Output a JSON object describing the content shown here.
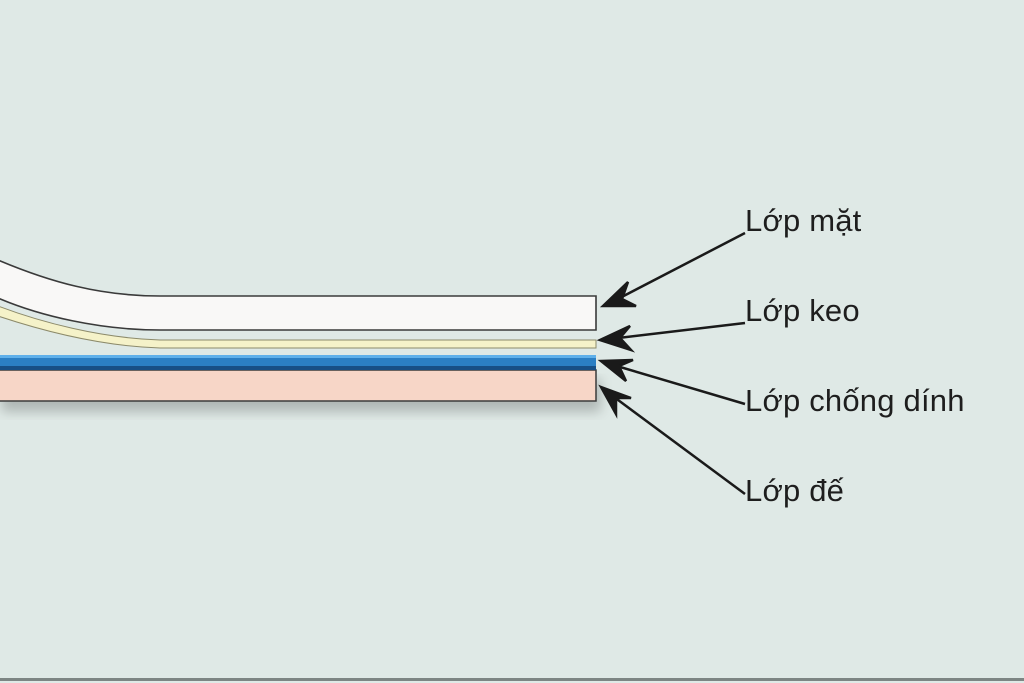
{
  "diagram": {
    "title": "",
    "colors": {
      "background": "#dfe9e6",
      "face_layer": "#f9f8f7",
      "adhesive_layer": "#f5f2c9",
      "release_layer": "#2b7fc4",
      "base_layer": "#f7d6c7",
      "outline": "#3a3a3a",
      "arrow": "#1a1a1a"
    },
    "layers": [
      {
        "id": "face",
        "label": "Lớp mặt"
      },
      {
        "id": "adhesive",
        "label": "Lớp keo"
      },
      {
        "id": "release",
        "label": "Lớp chống dính"
      },
      {
        "id": "base",
        "label": "Lớp đế"
      }
    ]
  }
}
